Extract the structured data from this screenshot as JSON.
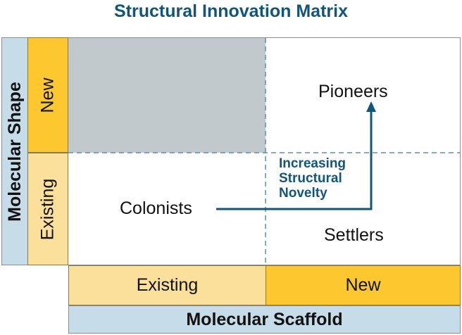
{
  "title": "Structural Innovation Matrix",
  "y_axis": {
    "label": "Molecular Shape",
    "levels": [
      "New",
      "Existing"
    ]
  },
  "x_axis": {
    "label": "Molecular Scaffold",
    "levels": [
      "Existing",
      "New"
    ]
  },
  "quadrants": {
    "colonists": "Colonists",
    "pioneers": "Pioneers",
    "settlers": "Settlers"
  },
  "arrow_label": [
    "Increasing",
    "Structural",
    "Novelty"
  ],
  "colors": {
    "navy": "#12557b",
    "axis_bg": "#c6dce9",
    "new": "#fdc82f",
    "existing": "#fbe09c",
    "empty_quadrant": "#c2c9cc"
  }
}
